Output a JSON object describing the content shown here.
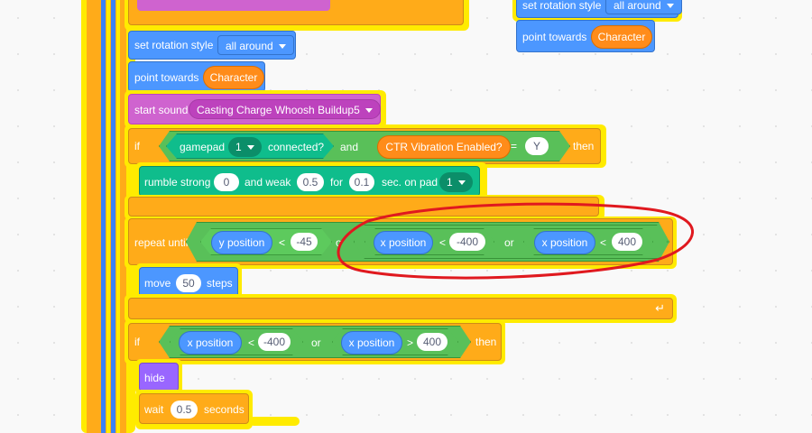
{
  "blocks": {
    "set_rotation_style": "set rotation style",
    "all_around": "all around",
    "point_towards": "point towards",
    "character": "Character",
    "start_sound": "start sound",
    "sound_name": "Casting Charge Whoosh Buildup5",
    "if": "if",
    "gamepad": "gamepad",
    "gamepad_num": "1",
    "connected": "connected?",
    "and": "and",
    "ctr_vibration": "CTR Vibration Enabled?",
    "equals": "=",
    "y_value": "Y",
    "then": "then",
    "rumble_strong": "rumble strong",
    "rumble_strong_val": "0",
    "and_weak": "and weak",
    "weak_val": "0.5",
    "for": "for",
    "for_val": "0.1",
    "sec_on_pad": "sec. on pad",
    "pad_num": "1",
    "repeat_until": "repeat until",
    "y_position": "y position",
    "lt": "<",
    "gt": ">",
    "neg45": "-45",
    "x_position": "x position",
    "neg400": "-400",
    "or": "or",
    "pos400": "400",
    "move": "move",
    "move_val": "50",
    "steps": "steps",
    "hide": "hide",
    "wait": "wait",
    "wait_val": "0.5",
    "seconds": "seconds",
    "o_partial": "o"
  },
  "colors": {
    "control": "#ffab19",
    "motion": "#4c97ff",
    "sound": "#cf63cf",
    "operator": "#59c059",
    "extension": "#0fbd8c",
    "looks": "#9966ff",
    "highlight": "#ffeb00",
    "annotation": "#e0191f"
  }
}
